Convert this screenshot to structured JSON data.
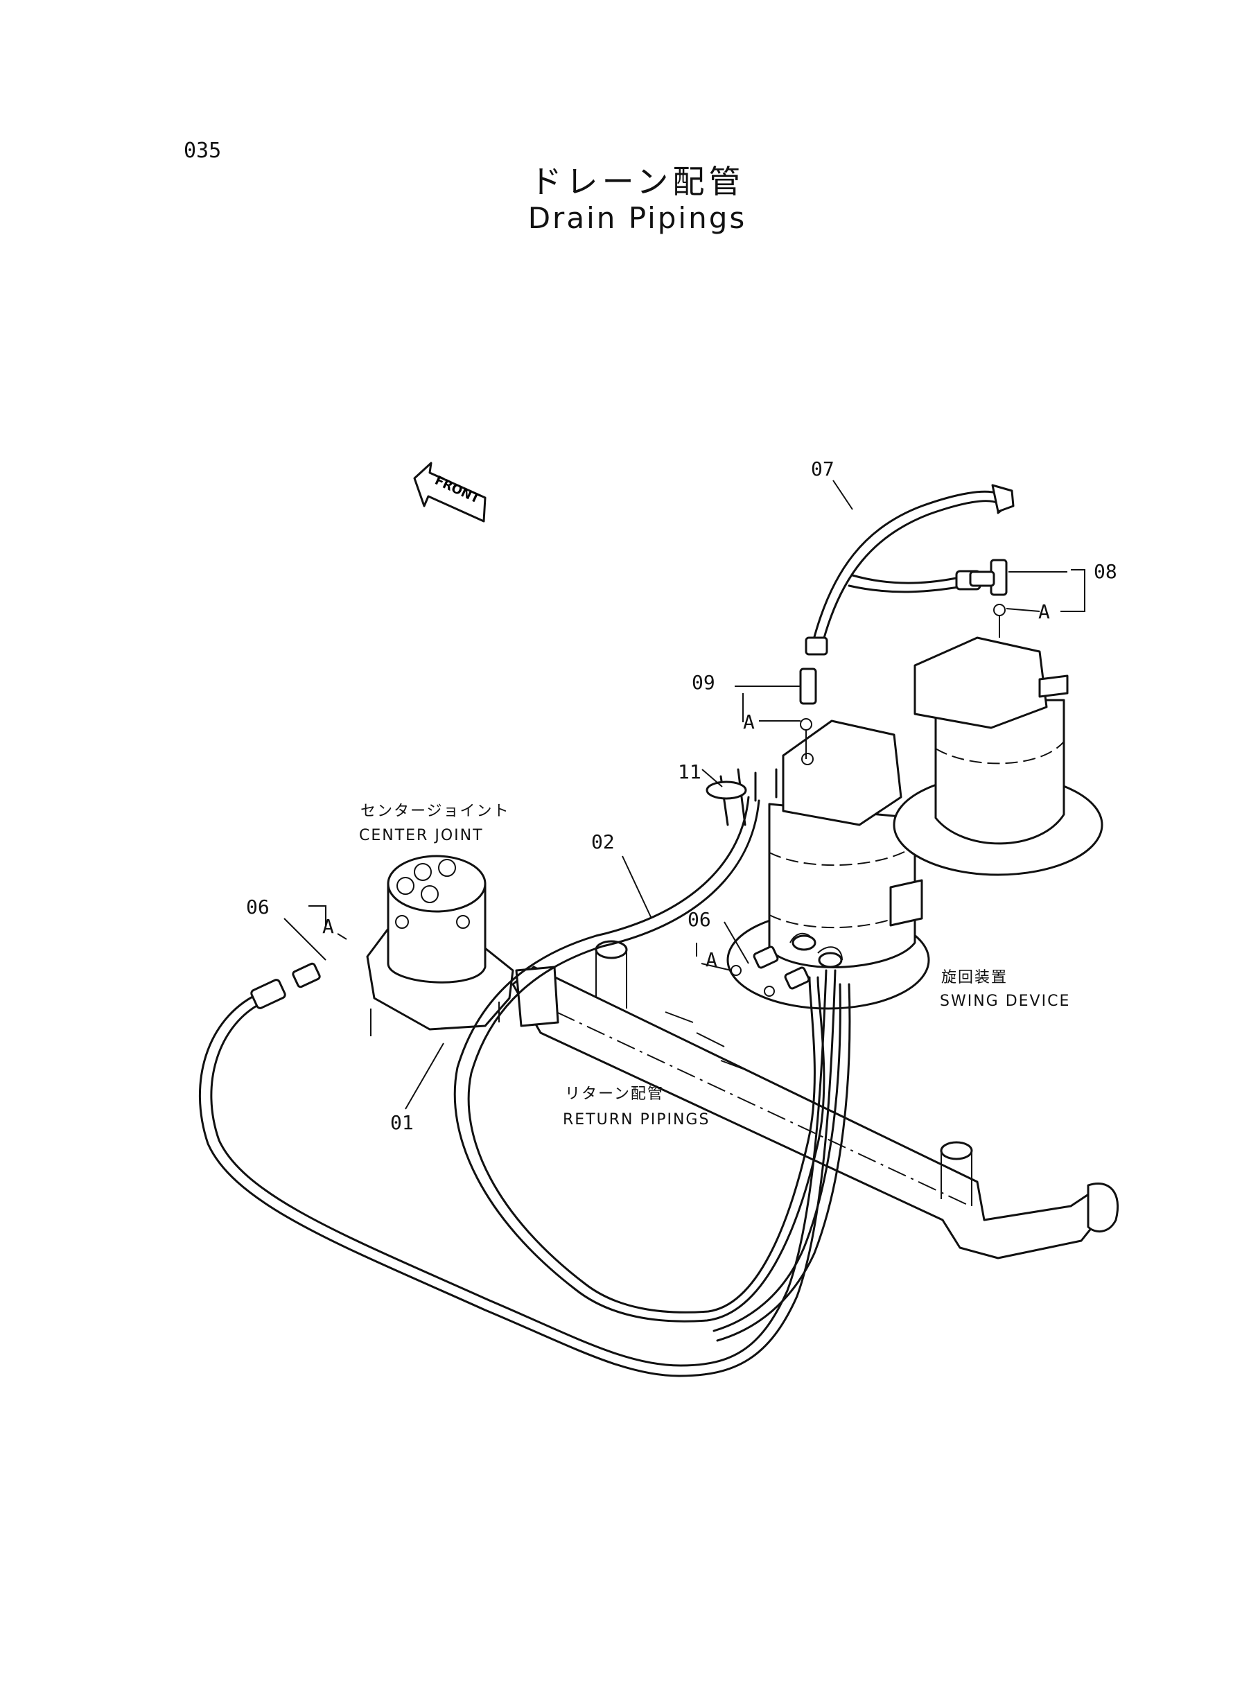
{
  "page_number": "035",
  "title_jp": "ドレーン配管",
  "title_en": "Drain Pipings",
  "front_label": "FRONT",
  "components": {
    "center_joint_jp": "センタージョイント",
    "center_joint_en": "CENTER JOINT",
    "swing_device_jp": "旋回装置",
    "swing_device_en": "SWING DEVICE",
    "return_pipings_jp": "リターン配管",
    "return_pipings_en": "RETURN PIPINGS"
  },
  "callouts": {
    "p01": "01",
    "p02": "02",
    "p06_left": "06",
    "p06_mid": "06",
    "p07": "07",
    "p08": "08",
    "p09": "09",
    "p11": "11",
    "a_left": "A",
    "a_mid": "A",
    "a_08": "A",
    "a_09": "A"
  }
}
